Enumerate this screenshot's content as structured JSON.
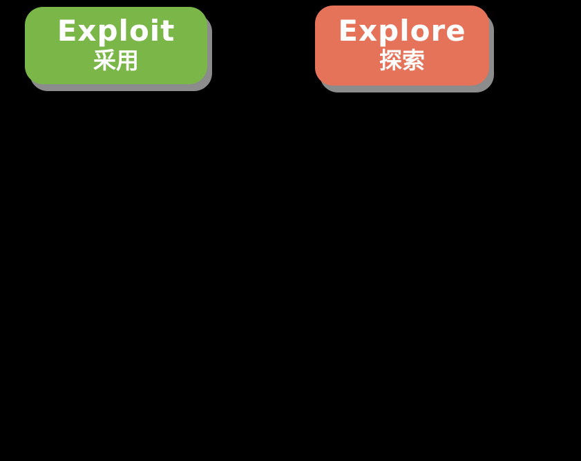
{
  "colors": {
    "canvas_bg": "#000000",
    "exploit_green": "#7AB648",
    "explore_orange": "#E5735A",
    "shadow_gray": "#8C8C8C",
    "text_white": "#FFFFFF"
  },
  "boxes": [
    {
      "label": "Exploit",
      "sublabel": "采用"
    },
    {
      "label": "Explore",
      "sublabel": "探索"
    }
  ]
}
